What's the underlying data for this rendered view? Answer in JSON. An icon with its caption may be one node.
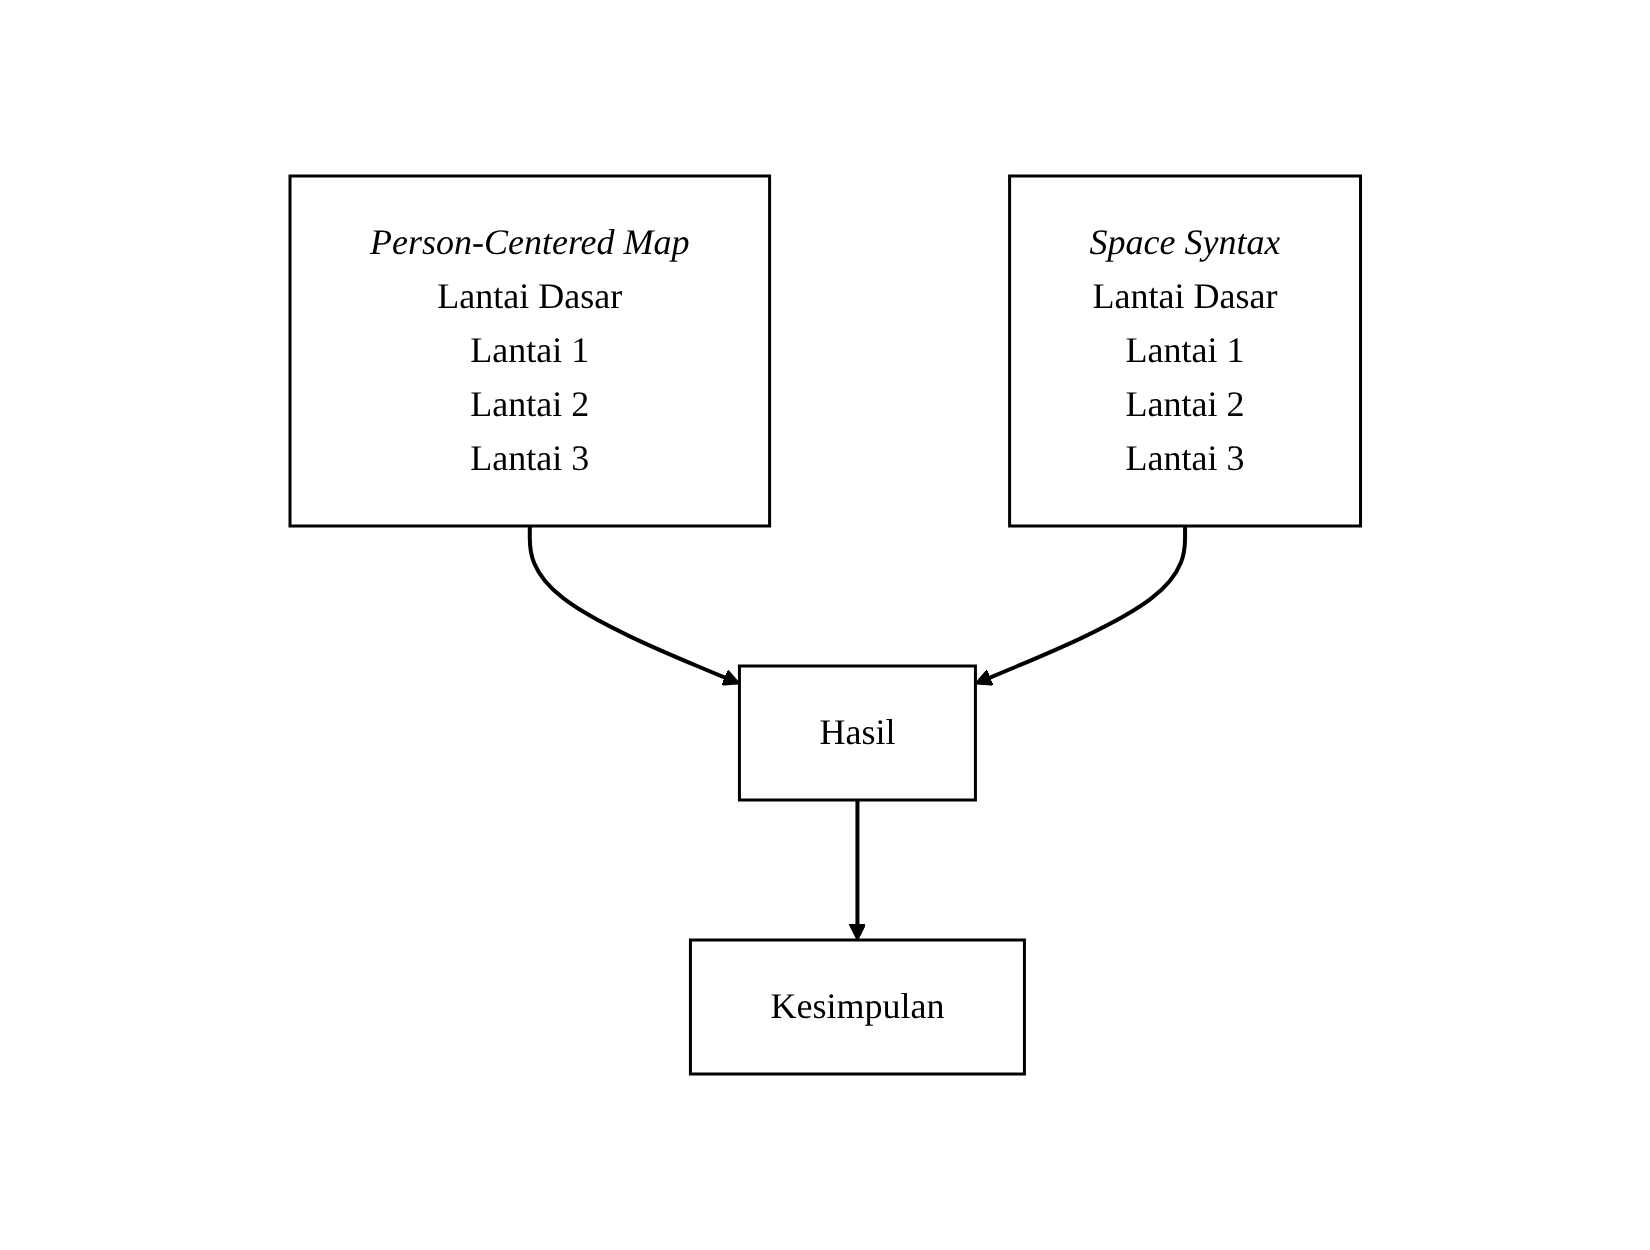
{
  "diagram": {
    "nodes": [
      {
        "text": [
          "Person-Centered Map",
          "Lantai Dasar",
          "Lantai 1",
          "Lantai 2",
          "Lantai 3"
        ]
      },
      {
        "text": [
          "Space Syntax",
          "Lantai Dasar",
          "Lantai 1",
          "Lantai 2",
          "Lantai 3"
        ]
      },
      {
        "text": [
          "Hasil"
        ]
      },
      {
        "text": [
          "Kesimpulan"
        ]
      }
    ],
    "edges": [
      {
        "from": 0,
        "to": 2,
        "arrow": "to"
      },
      {
        "from": 1,
        "to": 2,
        "arrow": "to"
      },
      {
        "from": 2,
        "to": 3,
        "arrow": "to"
      }
    ]
  }
}
